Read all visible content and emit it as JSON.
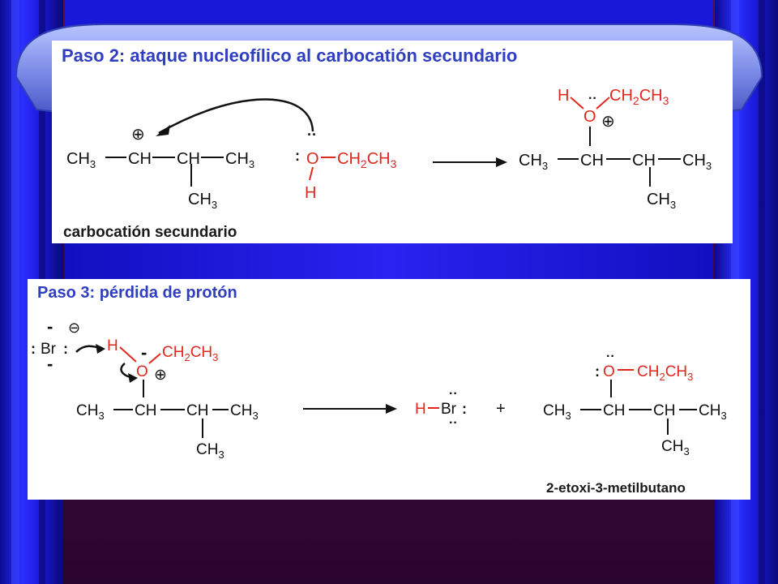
{
  "slide": {
    "colors": {
      "background": "#3c0838",
      "curtain_blue": "#1d1ce0",
      "ribbon": "#8f9df0",
      "title_blue": "#2f3fc0",
      "red_atom": "#e0281e",
      "black": "#111111"
    }
  },
  "step2": {
    "title": "Paso 2: ataque nucleofílico al carbocatión secundario",
    "caption": "carbocatión secundario",
    "carbocation": {
      "ch3_left": "CH3",
      "ch_center": "CH",
      "ch_right": "CH",
      "ch3_right": "CH3",
      "ch3_branch": "CH3",
      "charge": "⊕"
    },
    "ethanol": {
      "oxygen": "O",
      "ethyl": "CH2CH3",
      "hydrogen": "H"
    },
    "product": {
      "hydrogen": "H",
      "oxygen": "O",
      "ethyl": "CH2CH3",
      "charge": "⊕",
      "ch3_left": "CH3",
      "ch_center": "CH",
      "ch_right": "CH",
      "ch3_right": "CH3",
      "ch3_branch": "CH3"
    }
  },
  "step3": {
    "title": "Paso 3: pérdida de protón",
    "caption": "2-etoxi-3-metilbutano",
    "bromide": {
      "symbol": "Br",
      "charge": "⊖"
    },
    "oxonium": {
      "hydrogen": "H",
      "oxygen": "O",
      "ethyl": "CH2CH3",
      "charge": "⊕",
      "ch3_left": "CH3",
      "ch_center": "CH",
      "ch_right": "CH",
      "ch3_right": "CH3",
      "ch3_branch": "CH3"
    },
    "hbr": {
      "hydrogen": "H",
      "bromine": "Br"
    },
    "plus": "+",
    "ether": {
      "oxygen": "O",
      "ethyl": "CH2CH3",
      "ch3_left": "CH3",
      "ch_center": "CH",
      "ch_right": "CH",
      "ch3_right": "CH3",
      "ch3_branch": "CH3"
    }
  }
}
